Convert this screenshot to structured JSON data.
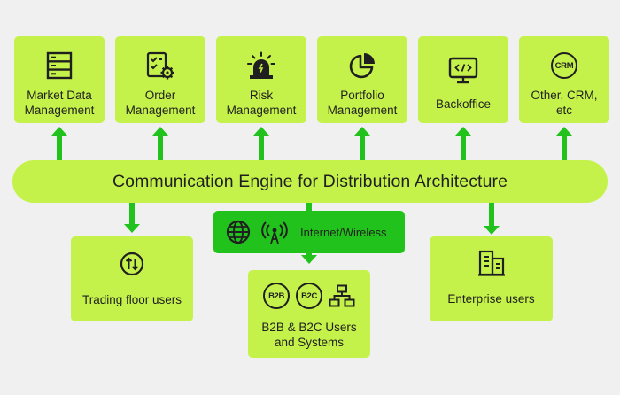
{
  "top_modules": [
    {
      "label": "Market Data\nManagement",
      "icon": "server-rack-icon"
    },
    {
      "label": "Order\nManagement",
      "icon": "checklist-gear-icon"
    },
    {
      "label": "Risk\nManagement",
      "icon": "alarm-siren-icon"
    },
    {
      "label": "Portfolio\nManagement",
      "icon": "pie-chart-icon"
    },
    {
      "label": "Backoffice",
      "icon": "code-monitor-icon"
    },
    {
      "label": "Other, CRM,\netc",
      "icon": "crm-badge-icon",
      "badge": "CRM"
    }
  ],
  "engine": {
    "label": "Communication Engine for Distribution Architecture"
  },
  "network": {
    "label": "Internet/Wireless",
    "icons": [
      "globe-icon",
      "wireless-tower-icon"
    ]
  },
  "bottom_nodes": {
    "trading": {
      "label": "Trading floor users",
      "icon": "up-down-arrows-icon"
    },
    "b2b": {
      "label": "B2B & B2C Users\nand Systems",
      "badges": [
        "B2B",
        "B2C"
      ],
      "icon": "network-hierarchy-icon"
    },
    "enterprise": {
      "label": "Enterprise users",
      "icon": "office-buildings-icon"
    }
  },
  "colors": {
    "box": "#c5f24a",
    "arrow": "#22c21c",
    "network_box": "#22c21c",
    "background": "#f0f0f0",
    "ink": "#1f1f1f"
  }
}
